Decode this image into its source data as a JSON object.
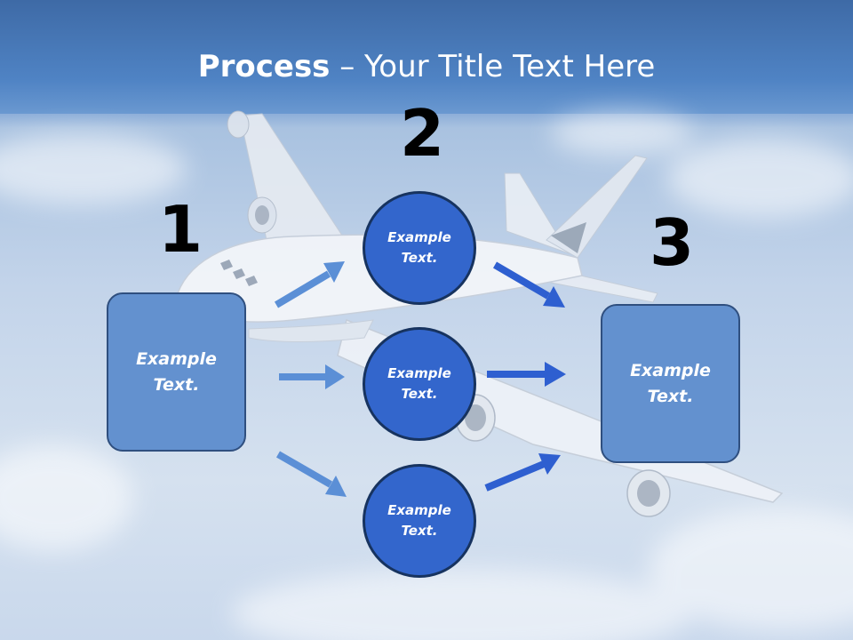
{
  "title": {
    "bold": "Process",
    "rest": " – Your Title Text Here"
  },
  "steps": [
    {
      "number": "1",
      "text": "Example\nText."
    },
    {
      "number": "2",
      "items": [
        "Example\nText.",
        "Example\nText.",
        "Example\nText."
      ]
    },
    {
      "number": "3",
      "text": "Example\nText."
    }
  ],
  "colors": {
    "box_fill": "#6391cf",
    "circle_fill": "#3366cc",
    "arrow_light": "#5b8fd6",
    "arrow_dark": "#2e5fd0",
    "header": "#4f83c4"
  },
  "background_image": "airplane-in-clouds"
}
